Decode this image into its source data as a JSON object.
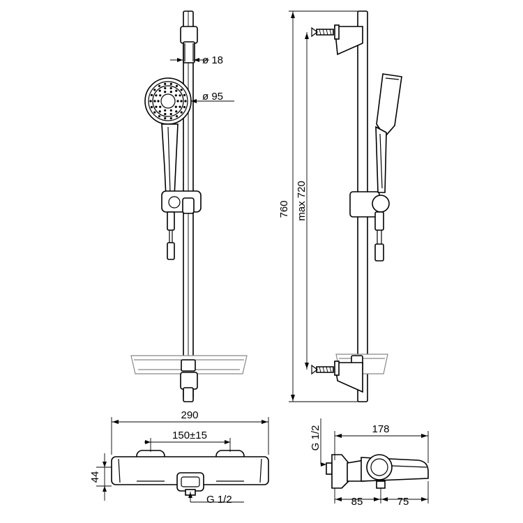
{
  "dimensions": {
    "rail_diameter": "ø 18",
    "head_diameter": "ø 95",
    "total_height": "760",
    "max_height": "max 720",
    "mixer_width": "290",
    "inlet_spacing": "150±15",
    "mixer_height": "44",
    "outlet_thread": "G 1/2",
    "inlet_thread": "G 1/2",
    "mixer_depth": "178",
    "depth_left": "85",
    "depth_right": "75"
  }
}
